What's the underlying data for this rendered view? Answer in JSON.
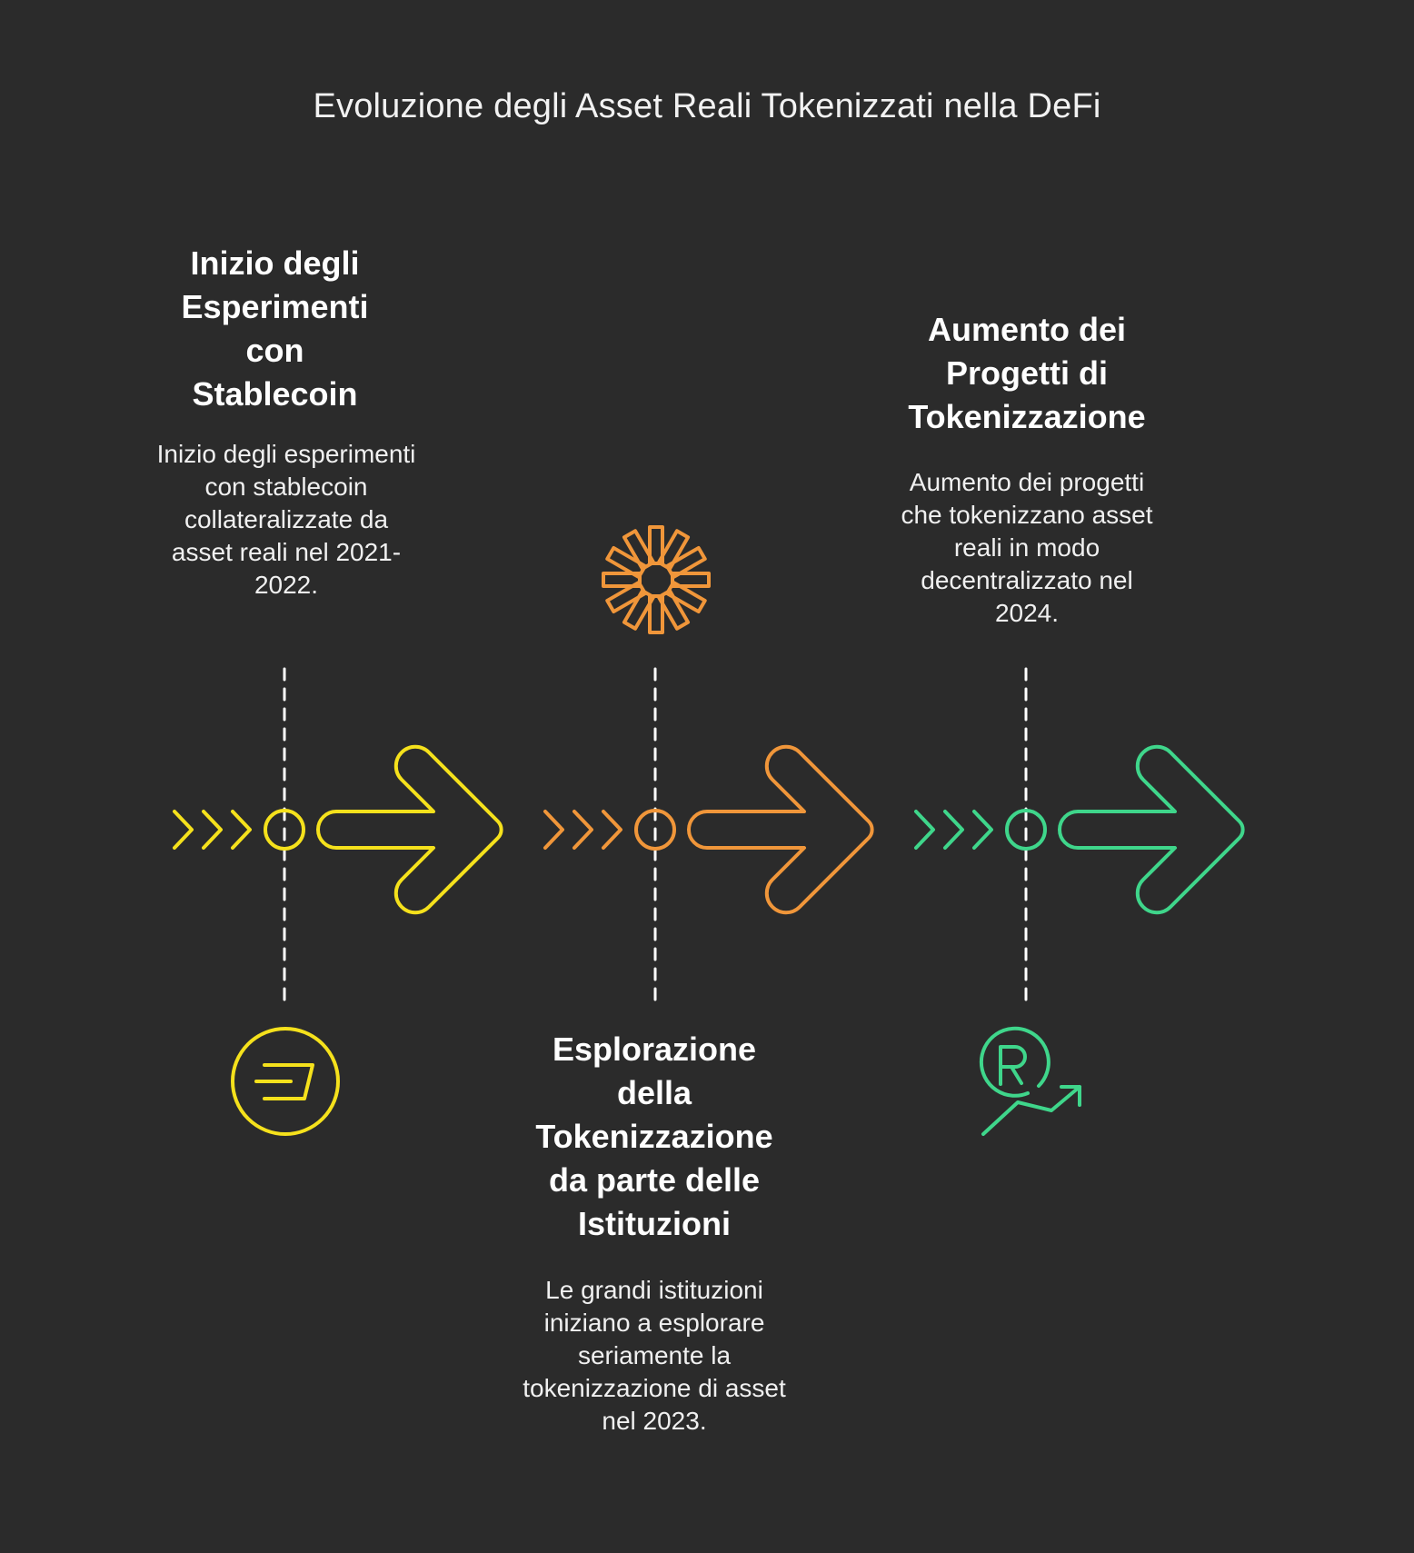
{
  "title": "Evoluzione degli Asset Reali Tokenizzati nella DeFi",
  "colors": {
    "background": "#2b2b2b",
    "stage1": "#f5e11c",
    "stage2": "#f0963a",
    "stage3": "#3fd68b",
    "connector": "#ffffff"
  },
  "stages": [
    {
      "heading": "Inizio degli Esperimenti con Stablecoin",
      "description": "Inizio degli esperimenti con stablecoin collateralizzate da asset reali nel 2021-2022.",
      "icon": "dash-coin-icon"
    },
    {
      "heading": "Esplorazione della Tokenizzazione da parte delle Istituzioni",
      "description": "Le grandi istituzioni iniziano a esplorare seriamente la tokenizzazione di asset nel 2023.",
      "icon": "starburst-icon"
    },
    {
      "heading": "Aumento dei Progetti di Tokenizzazione",
      "description": "Aumento dei progetti che tokenizzano asset reali in modo decentralizzato nel 2024.",
      "icon": "registered-growth-icon"
    }
  ]
}
